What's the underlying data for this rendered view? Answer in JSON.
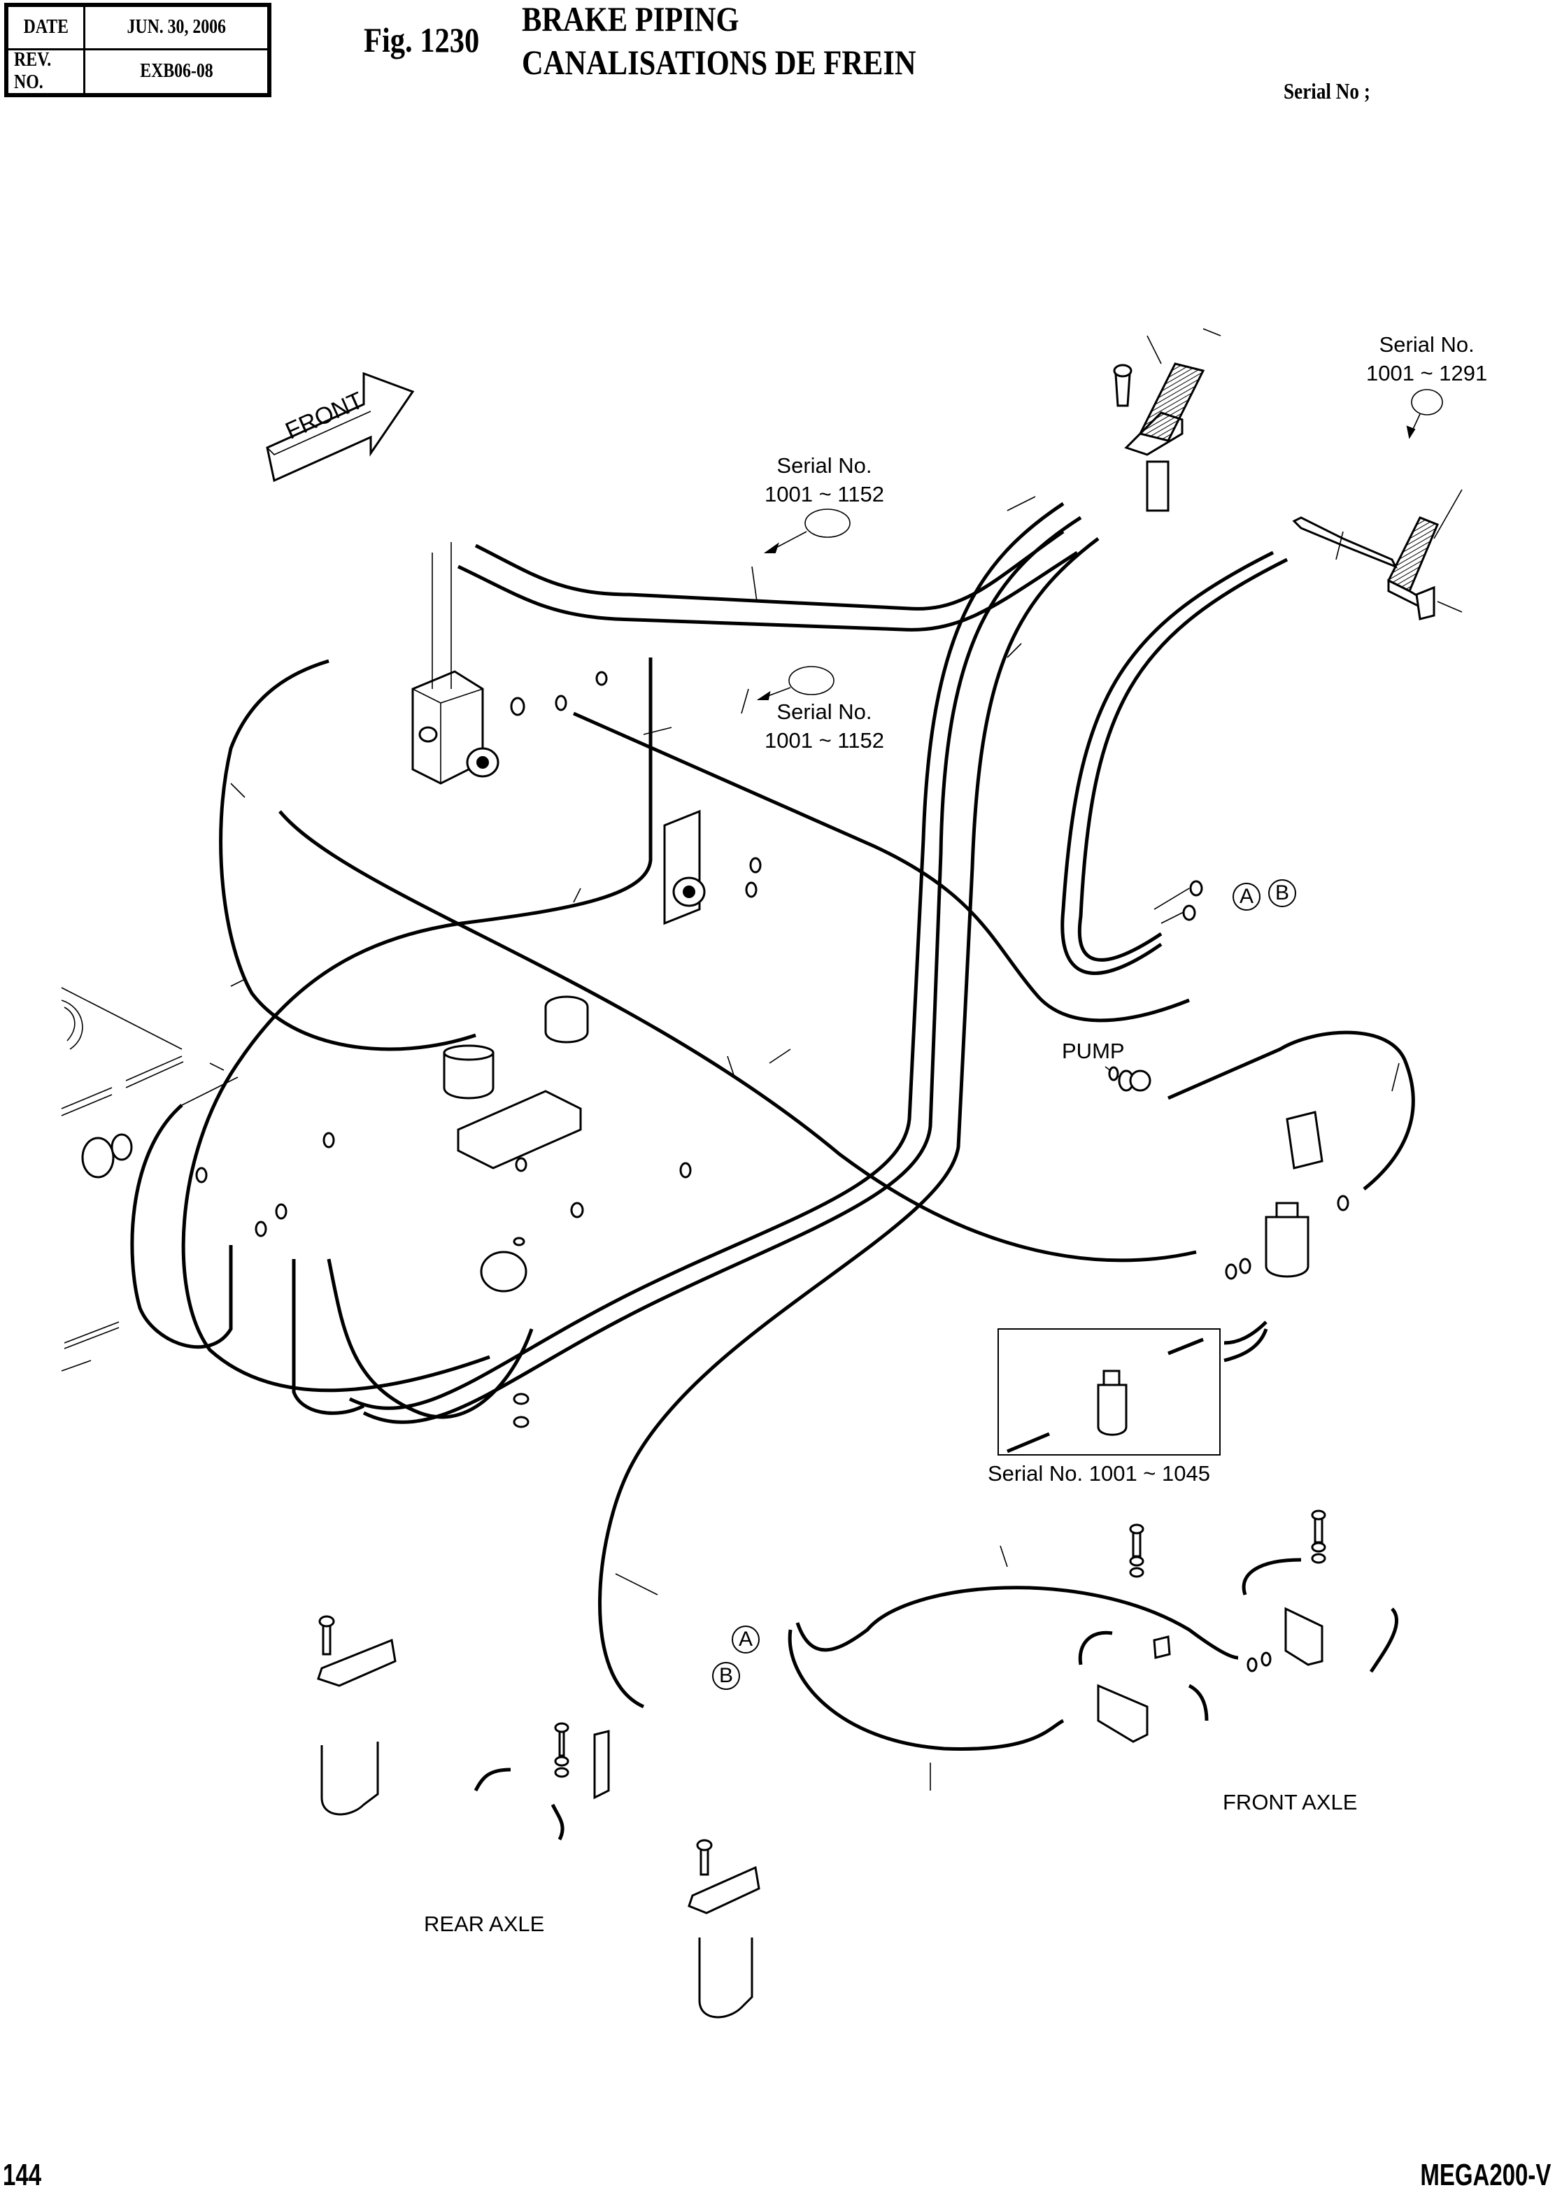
{
  "header": {
    "date_label": "DATE",
    "date_value": "JUN. 30, 2006",
    "rev_label": "REV. NO.",
    "rev_value": "EXB06-08",
    "figure_number": "Fig. 1230",
    "title_en": "BRAKE PIPING",
    "title_fr": "CANALISATIONS DE FREIN",
    "serial_label": "Serial No ;"
  },
  "callouts": {
    "front_arrow": "FRONT",
    "serial_pedal": {
      "line1": "Serial No.",
      "line2": "1001 ~ 1291"
    },
    "serial_hose_upper": {
      "line1": "Serial No.",
      "line2": "1001 ~ 1152"
    },
    "serial_hose_lower": {
      "line1": "Serial No.",
      "line2": "1001 ~ 1152"
    },
    "serial_filter_inset": "Serial No. 1001 ~ 1045",
    "pump": "PUMP",
    "front_axle": "FRONT AXLE",
    "rear_axle": "REAR AXLE",
    "connector_a": "A",
    "connector_b": "B"
  },
  "footer": {
    "page_number": "144",
    "model": "MEGA200-V"
  }
}
